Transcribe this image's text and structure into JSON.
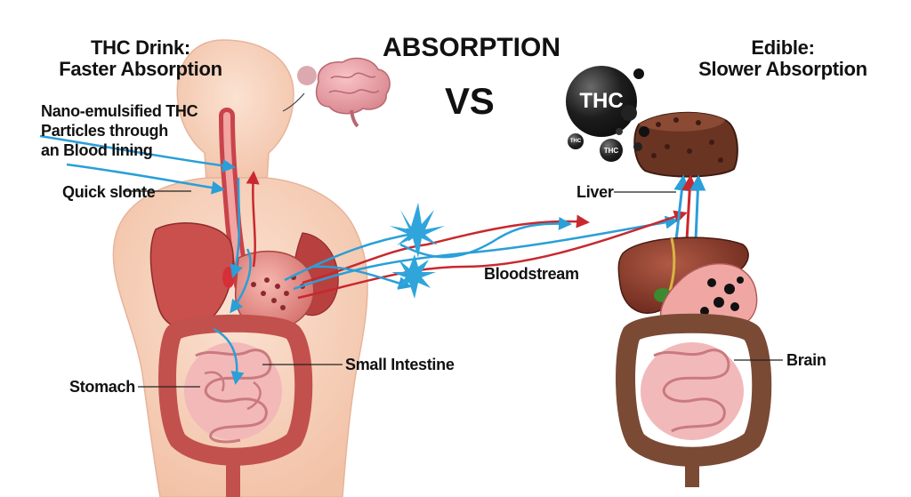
{
  "title": "ABSORPTION",
  "vs": "VS",
  "left": {
    "heading_line1": "THC Drink:",
    "heading_line2": "Faster Absorption",
    "note_line1": "Nano-emulsified THC",
    "note_line2": "Particles through",
    "note_line3": "an Blood lining",
    "quick_label": "Quick slonte",
    "stomach_label": "Stomach",
    "small_intestine_label": "Small Intestine"
  },
  "center": {
    "bloodstream_label": "Bloodstream"
  },
  "right": {
    "heading_line1": "Edible:",
    "heading_line2": "Slower Absorption",
    "liver_label": "Liver",
    "brain_label": "Brain",
    "thc_big": "THC",
    "thc_small1": "THC",
    "thc_small2": "THC"
  },
  "colors": {
    "blue_arrow": "#2a9fd8",
    "red_arrow": "#c8282e",
    "skin": "#f7d3bd",
    "organ_red": "#c8504f",
    "intestine_pink": "#f2b9ba",
    "colon_brown": "#7a4a35",
    "liver_brown": "#8a3d2a"
  },
  "icons": [
    "brain-icon",
    "cannabis-leaf-icon",
    "brownie-icon"
  ]
}
